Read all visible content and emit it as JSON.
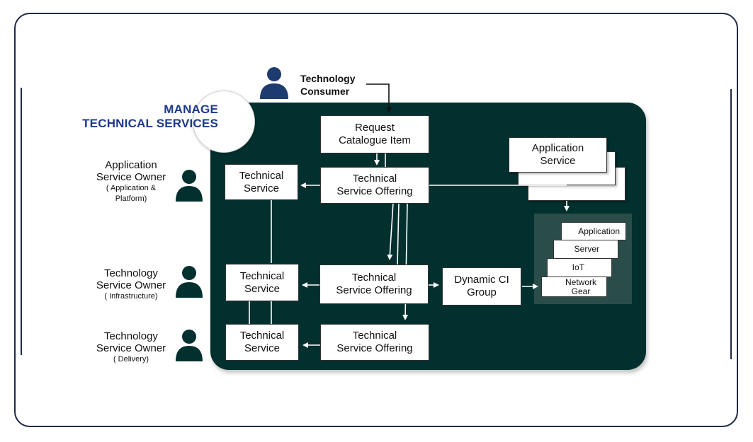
{
  "title": {
    "line1": "MANAGE",
    "line2": "TECHNICAL SERVICES"
  },
  "consumer": {
    "line1": "Technology",
    "line2": "Consumer"
  },
  "request": "Request\nCatalogue Item",
  "offerings": [
    "Technical\nService Offering",
    "Technical\nService Offering",
    "Technical\nService Offering"
  ],
  "services": [
    "Technical\nService",
    "Technical\nService",
    "Technical\nService"
  ],
  "application_service": "Application\nService",
  "dynamic_ci": "Dynamic CI\nGroup",
  "ci_items": [
    "Application",
    "Server",
    "IoT",
    "Network\nGear"
  ],
  "owners": [
    {
      "name": "Application\nService Owner",
      "sub": "( Application &\nPlatform)"
    },
    {
      "name": "Technology\nService Owner",
      "sub": "( Infrastructure)"
    },
    {
      "name": "Technology\nService Owner",
      "sub": "( Delivery)"
    }
  ],
  "colors": {
    "panel": "#01302f",
    "person": "#01302f",
    "consumer_person": "#1d3b6e",
    "title": "#1d3a8a",
    "frame": "#1f2a4a"
  }
}
